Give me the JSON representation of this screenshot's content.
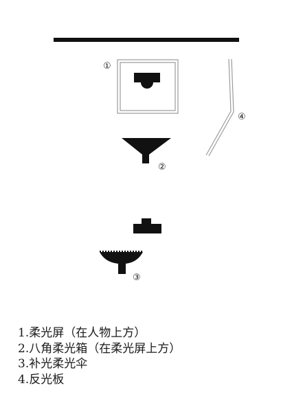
{
  "diagram": {
    "markers": {
      "m1": "①",
      "m2": "②",
      "m3": "③",
      "m4": "④"
    },
    "legend": [
      "1.柔光屏（在人物上方）",
      "2.八角柔光箱（在柔光屏上方）",
      "3.补光柔光伞",
      "4.反光板"
    ],
    "colors": {
      "ink": "#111111",
      "frame": "#9a9a9a",
      "background": "#ffffff"
    }
  }
}
